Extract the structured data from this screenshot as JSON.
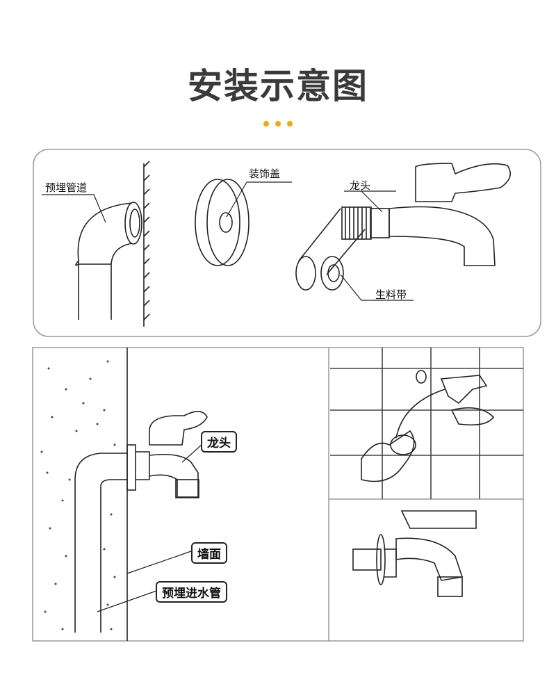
{
  "title": "安装示意图",
  "accent_color": "#f2a900",
  "top_panel": {
    "labels": {
      "pipe": "预埋管道",
      "cover": "装饰盖",
      "faucet": "龙头",
      "tape": "生料带"
    }
  },
  "bottom_panel": {
    "labels": {
      "faucet": "龙头",
      "wall": "墙面",
      "inlet_pipe": "预埋进水管"
    }
  }
}
